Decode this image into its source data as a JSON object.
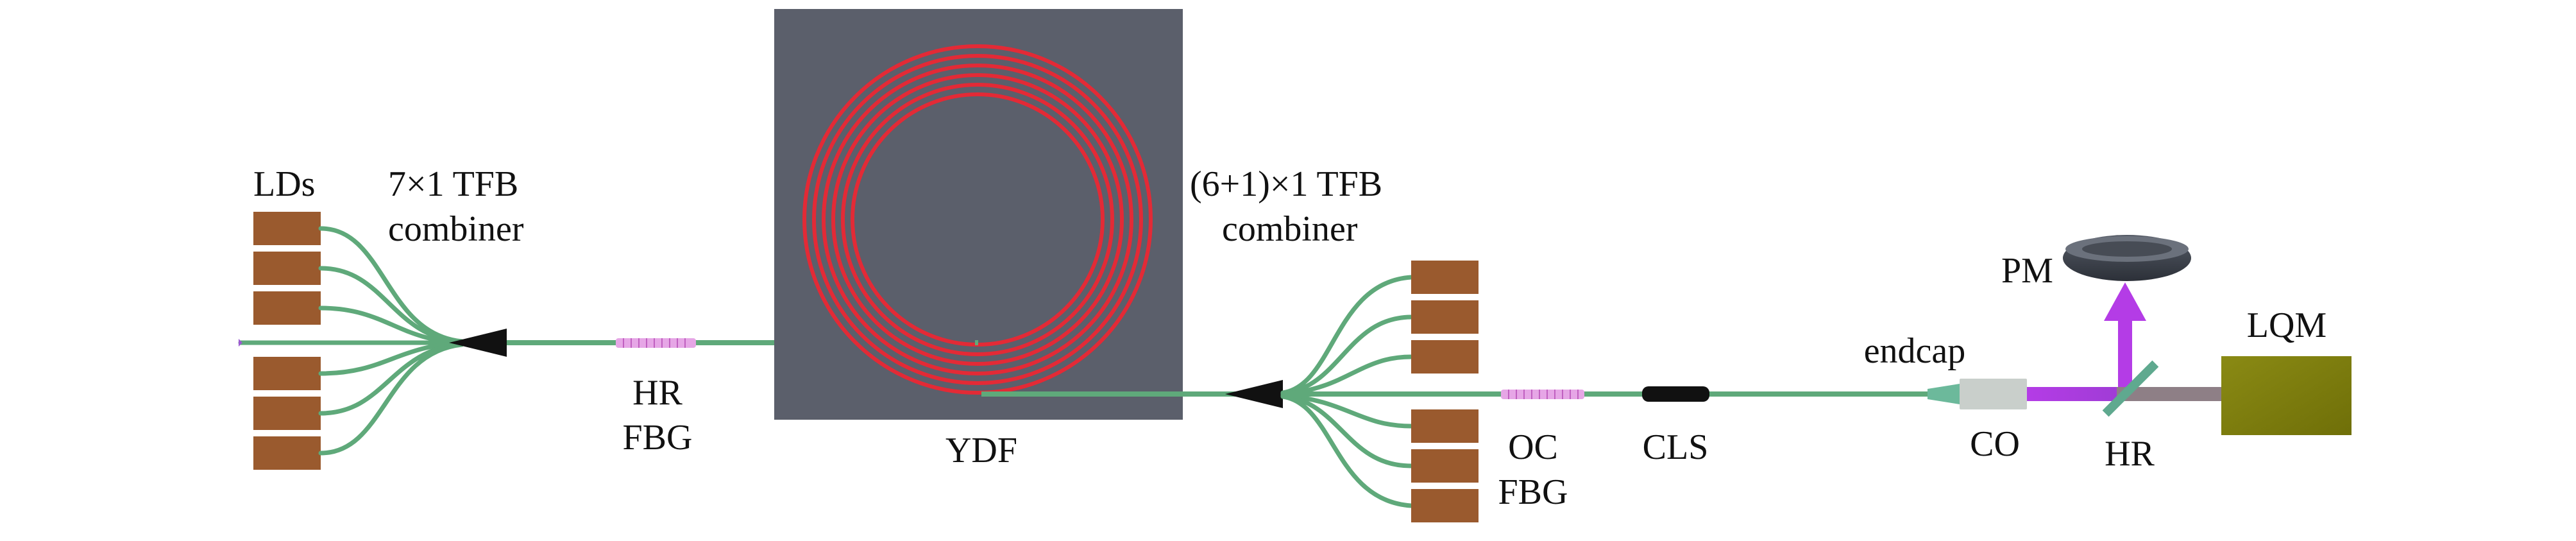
{
  "labels": {
    "lds": "LDs",
    "combiner_left_line1": "7×1 TFB",
    "combiner_left_line2": "combiner",
    "hr_fbg_line1": "HR",
    "hr_fbg_line2": "FBG",
    "ydf": "YDF",
    "combiner_right_line1": "(6+1)×1 TFB",
    "combiner_right_line2": "combiner",
    "oc_fbg_line1": "OC",
    "oc_fbg_line2": "FBG",
    "cls": "CLS",
    "endcap": "endcap",
    "co": "CO",
    "pm": "PM",
    "hr_mirror": "HR",
    "lqm": "LQM"
  },
  "colors": {
    "fiber": "#5fa97a",
    "laser_diode": "#9a5a2e",
    "combiner": "#111111",
    "fbg": "#e6a6e6",
    "ydf_plate": "#5b5f6b",
    "ydf_coil": "#e32a36",
    "cls": "#111111",
    "collimator": "#c9cfcb",
    "beam": "#b43ce6",
    "mirror": "#5fa98f",
    "lqm": "#7d7d0c",
    "pm": "#3a4049"
  }
}
